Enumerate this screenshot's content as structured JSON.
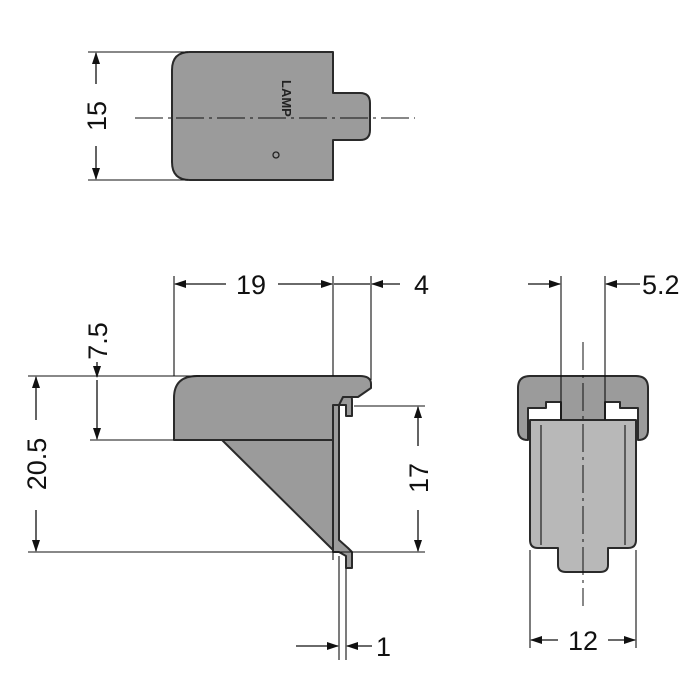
{
  "logo_text": "LAMP",
  "dimensions": {
    "top_height": "15",
    "side_width": "19",
    "side_lip": "4",
    "side_top_thickness": "7.5",
    "side_total_height": "20.5",
    "side_hook_height": "17",
    "side_hook_thickness": "1",
    "front_slot_width": "5.2",
    "front_width": "12"
  },
  "colors": {
    "part_fill": "#9b9b9b",
    "part_fill_light": "#b8b8b8",
    "line": "#111111"
  }
}
